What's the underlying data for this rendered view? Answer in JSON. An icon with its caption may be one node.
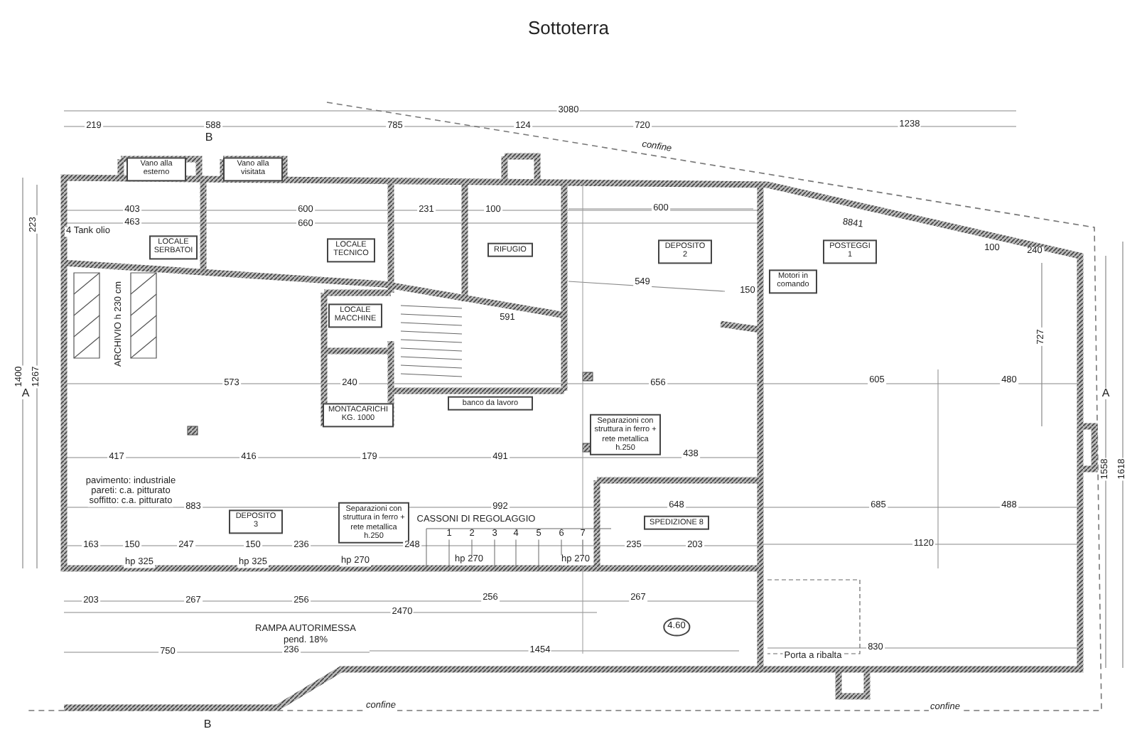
{
  "diagram": {
    "title": "Sottoterra",
    "nodes": [
      {
        "text": [
          "Vano alla esterno"
        ]
      },
      {
        "text": [
          "Vano alla visitata"
        ]
      },
      {
        "text": [
          "LOCALE SERBATOI"
        ]
      },
      {
        "text": [
          "LOCALE TECNICO"
        ]
      },
      {
        "text": [
          "RIFUGIO"
        ]
      },
      {
        "text": [
          "DEPOSITO 2"
        ]
      },
      {
        "text": [
          "POSTEGGI 1"
        ]
      },
      {
        "text": [
          "Motori in comando"
        ]
      },
      {
        "text": [
          "LOCALE MACCHINE"
        ]
      },
      {
        "text": [
          "MONTACARICHI KG. 1000"
        ]
      },
      {
        "text": [
          "banco da lavoro"
        ]
      },
      {
        "text": [
          "Separazioni con struttura in ferro + rete metallica h.250"
        ]
      },
      {
        "text": [
          "DEPOSITO 3"
        ]
      },
      {
        "text": [
          "Separazioni con struttura in ferro + rete metallica h.250"
        ]
      },
      {
        "text": [
          "SPEDIZIONE 8"
        ]
      }
    ],
    "labels": [
      "3080",
      "219",
      "588",
      "785",
      "124",
      "720",
      "1238",
      "confine",
      "B",
      "223",
      "1400",
      "1267",
      "4 Tank olio",
      "403",
      "463",
      "600",
      "660",
      "231",
      "100",
      "600",
      "8841",
      "100",
      "240",
      "549",
      "150",
      "ARCHIVIO h 230 cm",
      "591",
      "727",
      "A",
      "A",
      "573",
      "240",
      "656",
      "605",
      "480",
      "417",
      "416",
      "179",
      "491",
      "438",
      "pavimento: industriale",
      "pareti: c.a. pitturato",
      "soffitto: c.a. pitturato",
      "883",
      "992",
      "648",
      "685",
      "488",
      "1120",
      "CASSONI DI REGOLAGGIO",
      "1",
      "2",
      "3",
      "4",
      "5",
      "6",
      "7",
      "163",
      "150",
      "247",
      "150",
      "236",
      "248",
      "235",
      "203",
      "hp 325",
      "hp 325",
      "hp 270",
      "hp 270",
      "hp 270",
      "203",
      "267",
      "256",
      "256",
      "267",
      "2470",
      "RAMPA AUTORIMESSA",
      "pend. 18%",
      "750",
      "236",
      "1454",
      "4.60",
      "830",
      "Porta a ribalta",
      "1558",
      "1618",
      "confine",
      "confine",
      "B"
    ]
  }
}
